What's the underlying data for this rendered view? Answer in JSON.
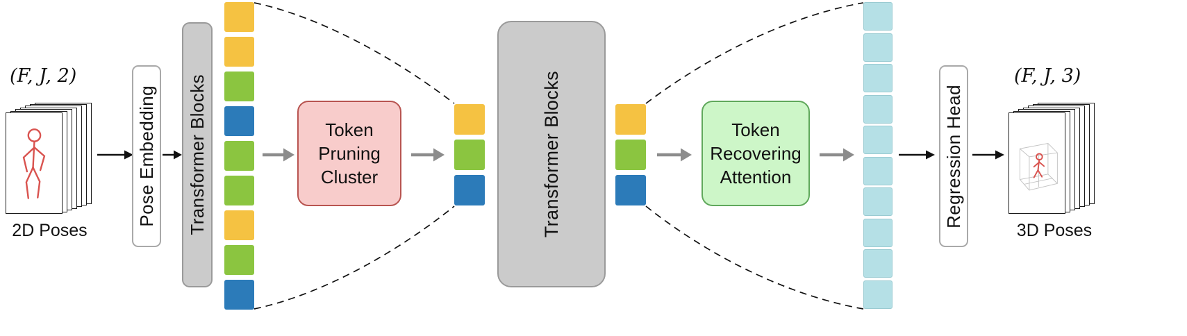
{
  "input": {
    "shape_label": "(F, J, 2)",
    "caption": "2D Poses"
  },
  "output": {
    "shape_label": "(F, J, 3)",
    "caption": "3D Poses"
  },
  "blocks": {
    "pose_embedding": "Pose Embedding",
    "transformer_blocks_1": "Transformer Blocks",
    "token_pruning_lines": [
      "Token",
      "Pruning",
      "Cluster"
    ],
    "transformer_blocks_2": "Transformer Blocks",
    "token_recovering_lines": [
      "Token",
      "Recovering",
      "Attention"
    ],
    "regression_head": "Regression Head"
  },
  "token_columns": {
    "left": [
      "yellow",
      "yellow",
      "green",
      "blue",
      "green",
      "green",
      "yellow",
      "green",
      "blue"
    ],
    "middle_left": [
      "yellow",
      "green",
      "blue"
    ],
    "middle_right": [
      "yellow",
      "green",
      "blue"
    ],
    "right": [
      "cyan",
      "cyan",
      "cyan",
      "cyan",
      "cyan",
      "cyan",
      "cyan",
      "cyan",
      "cyan",
      "cyan"
    ]
  },
  "colors": {
    "yellow": "#F5C242",
    "green": "#8BC540",
    "blue": "#2C7BB9",
    "cyan": "#B5E0E6",
    "cyan_border": "#9ACBD2",
    "pink_fill": "#F8CCCB",
    "pink_border": "#B85450",
    "green_fill": "#CDF6C8",
    "green_border": "#60A85C",
    "gray_fill": "#CBCBCB",
    "gray_border": "#9A9A9A",
    "white_border": "#A9A9A9",
    "arrow_black": "#111111",
    "arrow_gray": "#8C8C8C",
    "dashed": "#111111",
    "skeleton_red": "#D9534F",
    "grid_gray": "#C4C4C4"
  }
}
